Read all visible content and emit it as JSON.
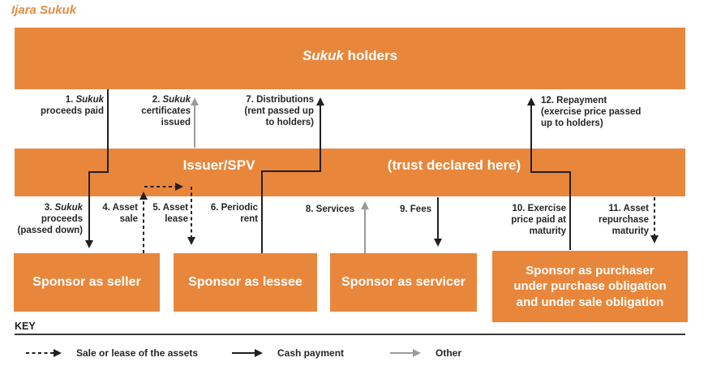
{
  "title": "Ijara Sukuk",
  "colors": {
    "orange": "#E8873B",
    "title_orange": "#E78B44",
    "arrow_black": "#231F20",
    "arrow_gray": "#9B9B9B",
    "label_text": "#262626",
    "key_rule": "#3A3A3A"
  },
  "bars": {
    "holders": {
      "italic": "Sukuk",
      "rest": " holders"
    },
    "issuer": "Issuer/SPV",
    "trust": "(trust declared here)"
  },
  "boxes": {
    "seller": "Sponsor as seller",
    "lessee": "Sponsor as lessee",
    "servicer": "Sponsor as servicer",
    "purchaser": [
      "Sponsor as purchaser",
      "under purchase obligation",
      "and under sale obligation"
    ]
  },
  "flows": {
    "f1": {
      "num": "1. ",
      "italic": "Sukuk",
      "line2": "proceeds paid"
    },
    "f2": {
      "num": "2. ",
      "italic": "Sukuk",
      "line2": "certificates",
      "line3": "issued"
    },
    "f3": {
      "num": "3. ",
      "italic": "Sukuk",
      "line2": "proceeds",
      "line3": "(passed down)"
    },
    "f4": {
      "line1": "4. Asset",
      "line2": "sale"
    },
    "f5": {
      "line1": "5. Asset",
      "line2": "lease"
    },
    "f6": {
      "line1": "6. Periodic",
      "line2": "rent"
    },
    "f7": {
      "line1": "7. Distributions",
      "line2": "(rent passed up",
      "line3": "to holders)"
    },
    "f8": {
      "line1": "8. Services"
    },
    "f9": {
      "line1": "9. Fees"
    },
    "f10": {
      "line1": "10. Exercise",
      "line2": "price paid at",
      "line3": "maturity"
    },
    "f11": {
      "line1": "11. Asset",
      "line2": "repurchase",
      "line3": "maturity"
    },
    "f12": {
      "line1": "12. Repayment",
      "line2": "(exercise price passed",
      "line3": "up to holders)"
    }
  },
  "key": {
    "title": "KEY",
    "items": [
      {
        "style": "dashed",
        "label": "Sale or lease of the assets"
      },
      {
        "style": "solid",
        "label": "Cash payment"
      },
      {
        "style": "gray",
        "label": "Other"
      }
    ]
  }
}
